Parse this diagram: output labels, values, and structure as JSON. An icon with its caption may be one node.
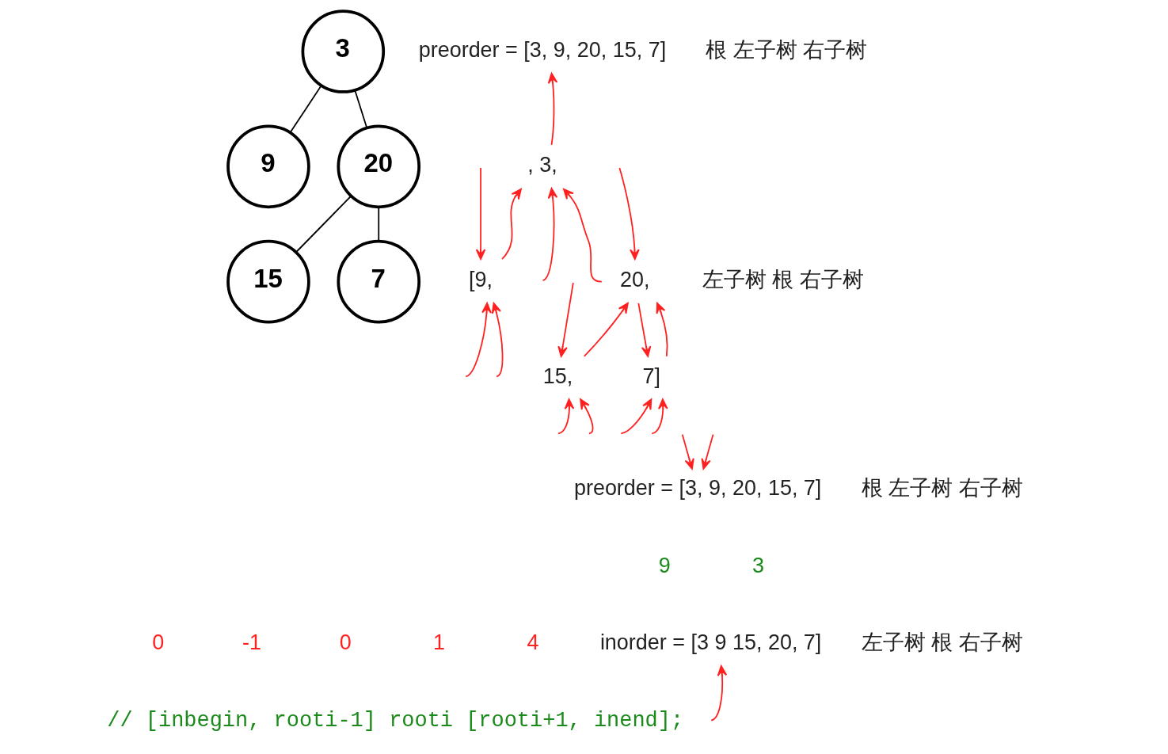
{
  "diagram": {
    "nodes": [
      {
        "text": [
          "3"
        ]
      },
      {
        "text": [
          "9"
        ]
      },
      {
        "text": [
          "20"
        ]
      },
      {
        "text": [
          "15"
        ]
      },
      {
        "text": [
          "7"
        ]
      },
      {
        "text": [
          "preorder = [3, 9, 20, 15, 7]"
        ],
        "beside": [
          "根 左子树 右子树"
        ]
      },
      {
        "text": [
          ", 3,"
        ]
      },
      {
        "text": [
          "[9,"
        ]
      },
      {
        "text": [
          "20,"
        ]
      },
      {
        "text": [
          "15,"
        ]
      },
      {
        "text": [
          "7]"
        ]
      },
      {
        "text": [
          "preorder = [3, 9, 20, 15, 7]"
        ],
        "beside": [
          "根 左子树 右子树"
        ]
      },
      {
        "text": [
          "inorder = [3 9 15, 20, 7]"
        ],
        "beside": [
          "左子树 根 右子树"
        ]
      }
    ],
    "edges": [
      {
        "from": 0,
        "to": 1,
        "arrow": "none",
        "color": "#000000"
      },
      {
        "from": 0,
        "to": 2,
        "arrow": "none",
        "color": "#000000"
      },
      {
        "from": 2,
        "to": 3,
        "arrow": "none",
        "color": "#000000"
      },
      {
        "from": 2,
        "to": 4,
        "arrow": "none",
        "color": "#000000"
      },
      {
        "from": 6,
        "to": 5,
        "arrow": "to"
      },
      {
        "from": 7,
        "to": 6,
        "arrow": "to"
      },
      {
        "from": 8,
        "to": 6,
        "arrow": "to"
      },
      {
        "from": 9,
        "to": 8,
        "arrow": "to"
      },
      {
        "from": 8,
        "to": 10,
        "arrow": "to"
      },
      {
        "from": 10,
        "to": 8,
        "arrow": "to"
      },
      {
        "from": null,
        "to": 6,
        "arrow": "to"
      },
      {
        "from": null,
        "to": 7,
        "arrow": "to"
      },
      {
        "from": null,
        "to": 7,
        "arrow": "to"
      },
      {
        "from": null,
        "to": 7,
        "arrow": "to"
      },
      {
        "from": null,
        "to": 8,
        "arrow": "to"
      },
      {
        "from": null,
        "to": 9,
        "arrow": "to"
      },
      {
        "from": null,
        "to": 9,
        "arrow": "to"
      },
      {
        "from": null,
        "to": 9,
        "arrow": "to"
      },
      {
        "from": null,
        "to": 10,
        "arrow": "to"
      },
      {
        "from": null,
        "to": 10,
        "arrow": "to"
      },
      {
        "from": null,
        "to": 11,
        "arrow": "to"
      },
      {
        "from": null,
        "to": 11,
        "arrow": "to"
      },
      {
        "from": null,
        "to": 12,
        "arrow": "to"
      }
    ],
    "labels": [
      "左子树 根 右子树",
      "9",
      "3",
      "0",
      "-1",
      "0",
      "1",
      "4",
      "// [inbegin, rooti-1] rooti [rooti+1, inend];"
    ]
  }
}
